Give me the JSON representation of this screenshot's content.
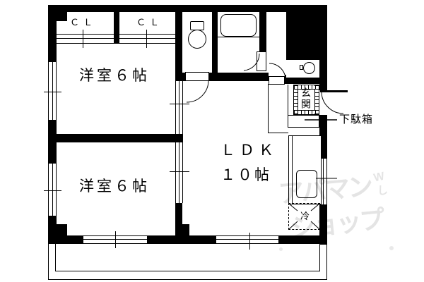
{
  "plan": {
    "type": "apartment-floorplan",
    "colors": {
      "wall": "#000000",
      "background": "#ffffff",
      "watermark": "#e4e4e4"
    },
    "rooms": {
      "bedroom_top": {
        "label": "洋室６帖"
      },
      "bedroom_bottom": {
        "label": "洋室６帖"
      },
      "ldk": {
        "line1": "ＬＤＫ",
        "line2": "１０帖"
      },
      "closet_left": {
        "label": "ＣＬ"
      },
      "closet_right": {
        "label": "ＣＬ"
      },
      "entrance": {
        "label": "玄関"
      }
    },
    "labels": {
      "shoe_cabinet": "下駄箱",
      "refrigerator": "冷"
    },
    "icons": {
      "toilet": "toilet-bowl-with-tank outline",
      "bathtub": "rounded-rectangle tub outline",
      "washbasin": "circle basin outline",
      "kitchen_sink": "rounded-rectangle sink in counter",
      "doors": "quarter-circle swing arcs",
      "windows": "double-line wall openings with center tick",
      "entrance_tiles": "hatched border rectangle"
    }
  },
  "watermark": {
    "line1": "アパマン",
    "line2": "ショップ",
    "accent1": "W",
    "accent2": "し"
  }
}
